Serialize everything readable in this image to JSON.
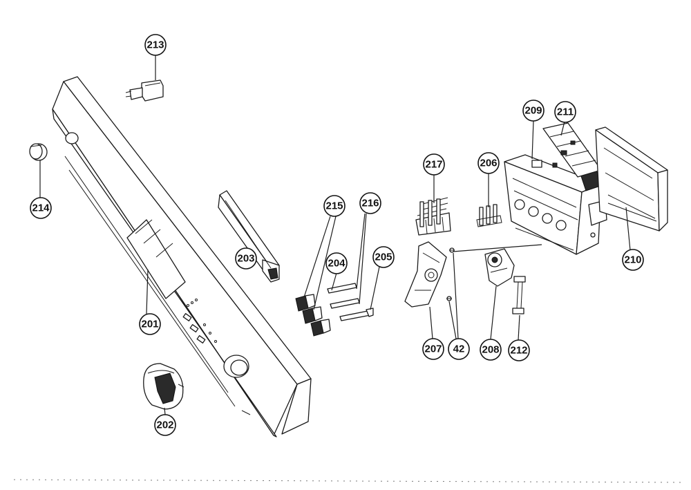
{
  "callouts": {
    "c213": "213",
    "c214": "214",
    "c203": "203",
    "c201": "201",
    "c202": "202",
    "c215": "215",
    "c216": "216",
    "c204": "204",
    "c205": "205",
    "c217": "217",
    "c206": "206",
    "c209": "209",
    "c211": "211",
    "c210": "210",
    "c207": "207",
    "c42": "42",
    "c208": "208",
    "c212": "212"
  },
  "colors": {
    "line": "#1a1a1a",
    "background": "#ffffff"
  }
}
